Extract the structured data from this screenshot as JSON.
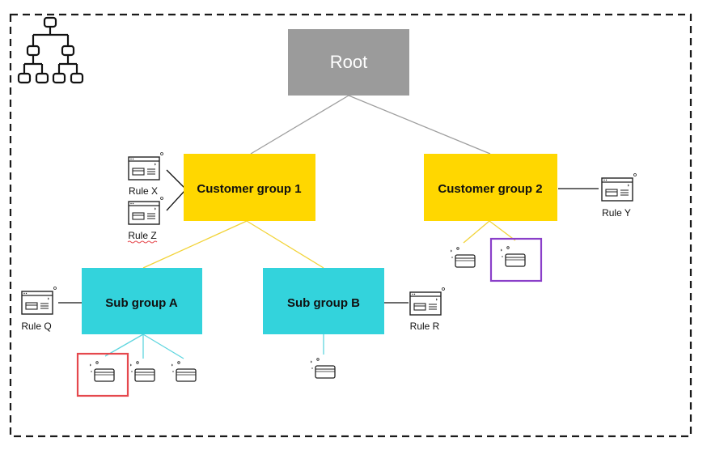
{
  "colors": {
    "root": "#9b9b9b",
    "customer_group": "#ffd700",
    "sub_group": "#33d3dc",
    "gray_line": "#9e9e9e",
    "yellow_line": "#f2d338",
    "cyan_line": "#5fd6df",
    "highlight_red": "#e5484d",
    "highlight_purple": "#8a3fc9",
    "border": "#1a1a1a"
  },
  "icons": {
    "hierarchy": "org-chart-icon",
    "rule": "rule-window-icon",
    "card": "card-icon"
  },
  "nodes": {
    "root": "Root",
    "customer_group_1": "Customer group 1",
    "customer_group_2": "Customer group 2",
    "sub_group_a": "Sub group A",
    "sub_group_b": "Sub group B"
  },
  "rules": {
    "x": "Rule X",
    "z": "Rule Z",
    "y": "Rule Y",
    "q": "Rule Q",
    "r": "Rule R"
  }
}
